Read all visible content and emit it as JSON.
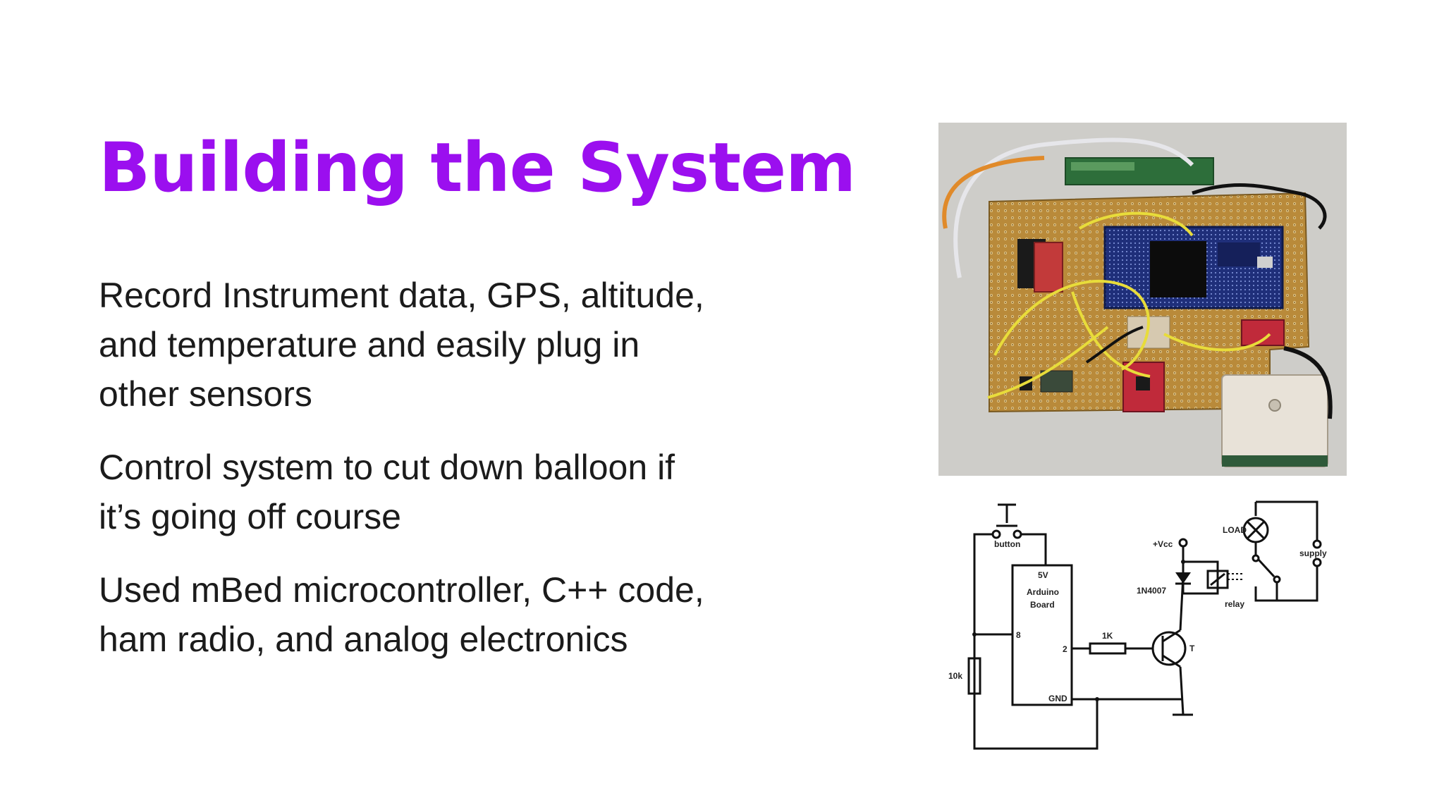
{
  "slide": {
    "title": "Building the System",
    "bullets": [
      "Record Instrument data, GPS, altitude,\nand temperature and easily plug in\nother sensors",
      "Control system to cut down balloon if\nit’s going off course",
      "Used mBed microcontroller, C++ code,\nham radio, and analog electronics"
    ],
    "title_color": "#9b0fef",
    "text_color": "#1b1b1b"
  },
  "schematic": {
    "labels": {
      "button": "button",
      "v5": "5V",
      "arduino_line1": "Arduino",
      "arduino_line2": "Board",
      "pin8": "8",
      "pin2": "2",
      "gnd": "GND",
      "r10k": "10k",
      "r1k": "1K",
      "vcc": "+Vcc",
      "diode": "1N4007",
      "relay": "relay",
      "transistor": "T",
      "load": "LOAD",
      "supply": "supply"
    }
  }
}
